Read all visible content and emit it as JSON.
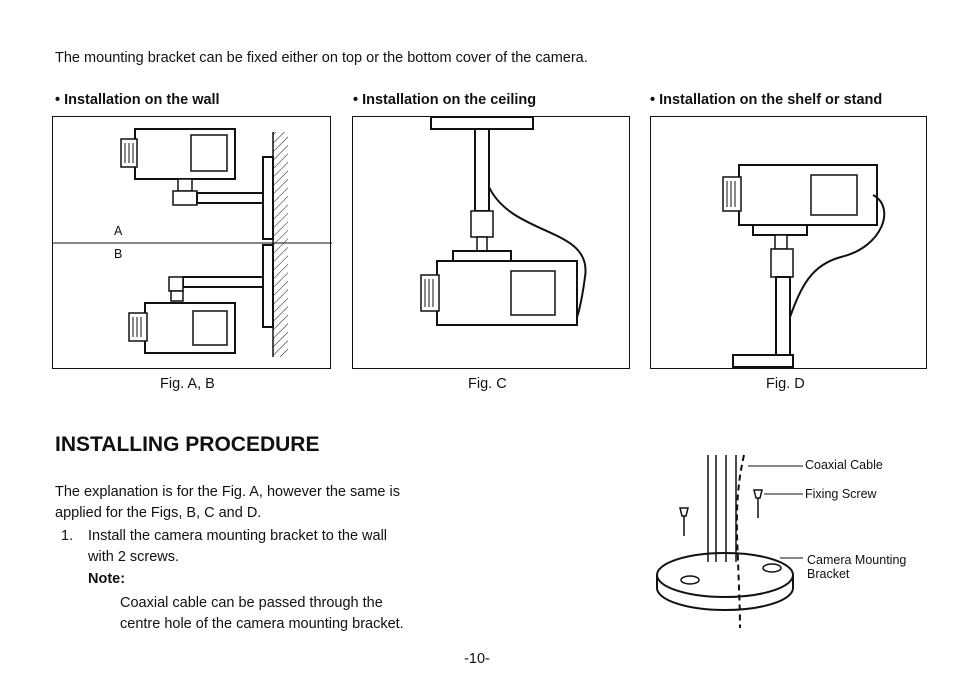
{
  "intro": "The mounting bracket can be fixed either on top or the bottom cover of the camera.",
  "sections": {
    "wall": {
      "title": "• Installation on the wall",
      "caption": "Fig. A, B",
      "label_a": "A",
      "label_b": "B"
    },
    "ceiling": {
      "title": "• Installation on the ceiling",
      "caption": "Fig. C"
    },
    "shelf": {
      "title": "• Installation on the shelf or stand",
      "caption": "Fig. D"
    }
  },
  "procedure": {
    "title": "INSTALLING PROCEDURE",
    "explanation_line1": "The explanation is for the Fig.  A, however the same is",
    "explanation_line2": "applied for the Figs, B, C and D.",
    "step1_number": "1.",
    "step1_line1": "Install  the  camera  mounting  bracket  to  the  wall",
    "step1_line2": "with 2 screws.",
    "note_label": "Note:",
    "note_line1": "Coaxial  cable  can  be  passed  through  the",
    "note_line2": "centre hole of the camera mounting bracket."
  },
  "diagram_labels": {
    "coaxial_cable": "Coaxial Cable",
    "fixing_screw": "Fixing Screw",
    "mounting_line1": "Camera Mounting",
    "mounting_line2": "Bracket"
  },
  "page_number": "-10-"
}
